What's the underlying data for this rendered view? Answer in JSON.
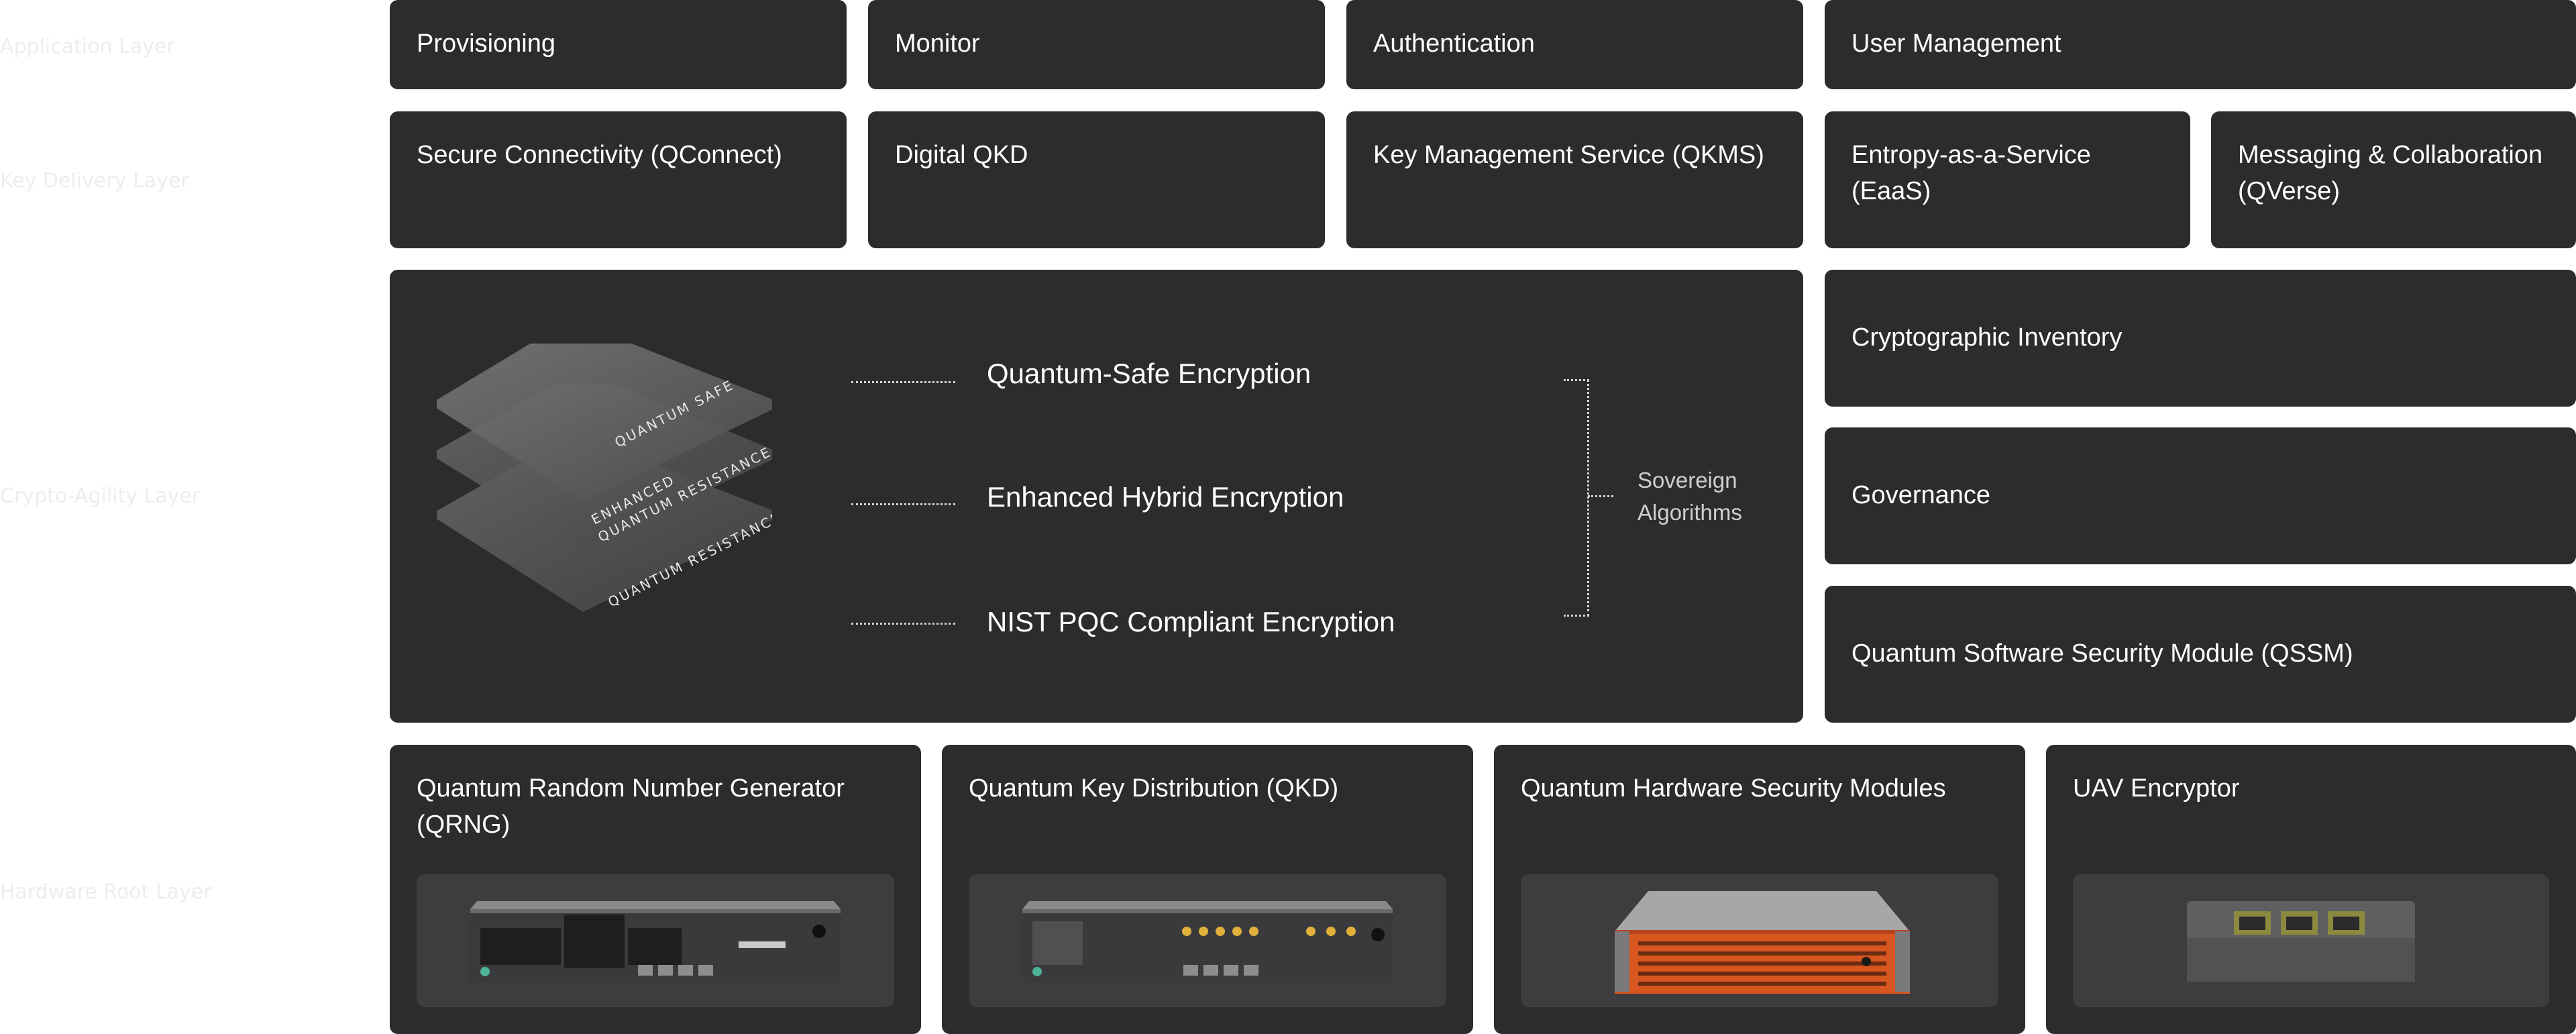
{
  "colors": {
    "card_bg": "#2c2b2d",
    "panel_bg": "#3d3c3e",
    "accent_orange": "#d8561f",
    "text": "#ffffff"
  },
  "layers": [
    {
      "label": "Application Layer"
    },
    {
      "label": "Key Delivery Layer"
    },
    {
      "label": "Crypto-Agility Layer"
    },
    {
      "label": "Hardware Root Layer"
    }
  ],
  "row1": [
    "Provisioning",
    "Monitor",
    "Authentication",
    "User Management"
  ],
  "row2": [
    "Secure Connectivity (QConnect)",
    "Digital QKD",
    "Key Management Service (QKMS)",
    "Entropy-as-a-Service (EaaS)",
    "Messaging & Collaboration (QVerse)"
  ],
  "encryption": {
    "tiers": [
      "Quantum-Safe Encryption",
      "Enhanced Hybrid Encryption",
      "NIST PQC Compliant Encryption"
    ],
    "plates": [
      "QUANTUM SAFE",
      "ENHANCED QUANTUM RESISTANCE",
      "QUANTUM RESISTANCE"
    ],
    "plate_line1": "ENHANCED",
    "plate_line2": "QUANTUM RESISTANCE",
    "sovereign": "Sovereign Algorithms"
  },
  "right_stack": [
    "Cryptographic Inventory",
    "Governance",
    "Quantum Software Security Module (QSSM)"
  ],
  "hardware": [
    {
      "title": "Quantum Random Number Generator (QRNG)",
      "device": "rack-server-qrng"
    },
    {
      "title": "Quantum Key Distribution (QKD)",
      "device": "rack-server-qkd"
    },
    {
      "title": "Quantum Hardware Security Modules",
      "device": "hsm-appliance"
    },
    {
      "title": "UAV Encryptor",
      "device": "uav-encryptor-box"
    }
  ]
}
